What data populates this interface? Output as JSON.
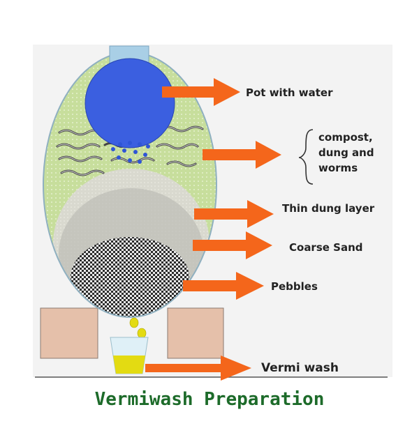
{
  "labels": {
    "pot": "Pot with water",
    "compost_line1": "compost,",
    "compost_line2": "dung and",
    "compost_line3": "worms",
    "dung_layer": "Thin dung layer",
    "coarse_sand": "Coarse Sand",
    "pebbles": "Pebbles",
    "vermi_wash": "Vermi wash"
  },
  "caption": "Vermiwash Preparation",
  "colors": {
    "arrow": "#f4661b",
    "pot": "#3b5fe0",
    "compost_zone": "#c9dfa0",
    "sand_zone": "#dcdcd2",
    "pebble_zone": "#555555",
    "brick": "#e7c2ad",
    "vermiwash": "#e3db12",
    "caption": "#1d6b2a"
  }
}
